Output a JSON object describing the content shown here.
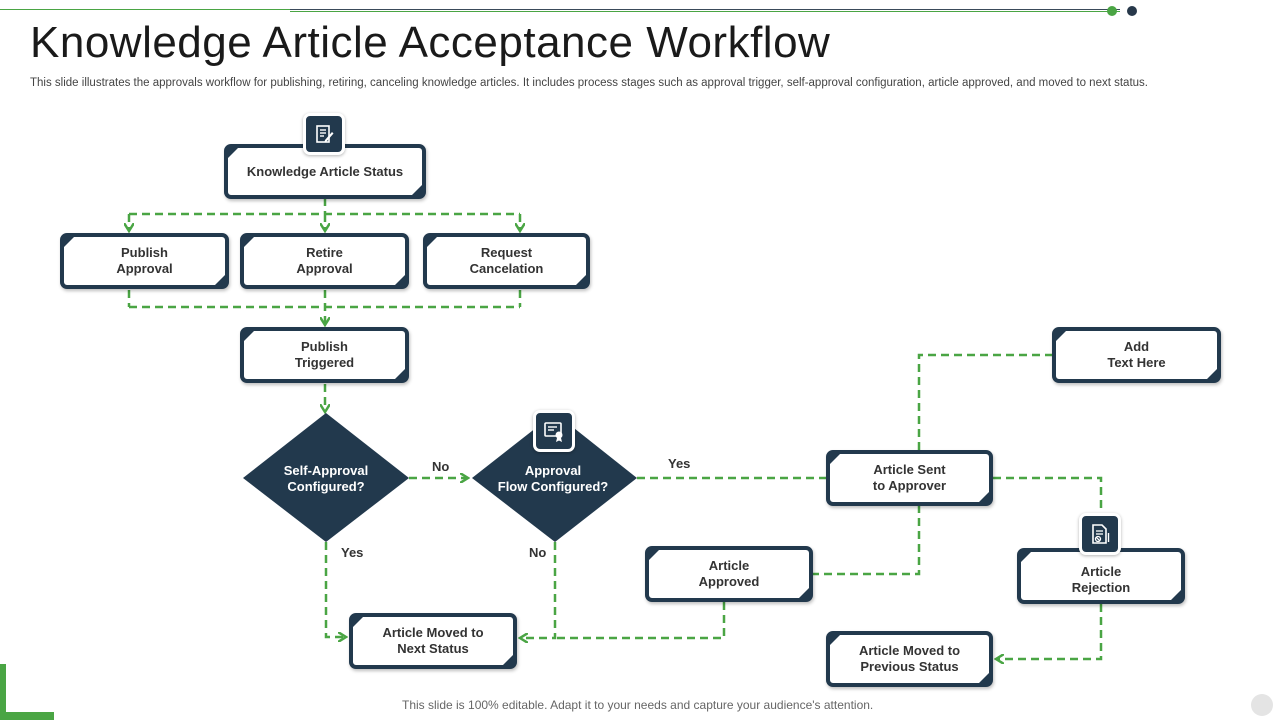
{
  "header": {
    "title": "Knowledge Article Acceptance Workflow",
    "subtitle": "This slide illustrates the approvals workflow for publishing, retiring, canceling knowledge articles. It includes process stages such as approval trigger, self-approval configuration,  article approved, and moved to  next status."
  },
  "nodes": {
    "status": "Knowledge Article Status",
    "publish_approval": "Publish\nApproval",
    "retire_approval": "Retire\nApproval",
    "request_cancelation": "Request\nCancelation",
    "publish_triggered": "Publish\nTriggered",
    "self_approval": "Self-Approval\nConfigured?",
    "approval_flow": "Approval\nFlow Configured?",
    "article_sent": "Article Sent\nto Approver",
    "add_text": "Add\nText Here",
    "article_approved": "Article\nApproved",
    "article_rejection": "Article\nRejection",
    "moved_next": "Article Moved to\nNext Status",
    "moved_previous": "Article Moved to\nPrevious Status"
  },
  "edge_labels": {
    "no_1": "No",
    "yes_1": "Yes",
    "yes_2": "Yes",
    "no_2": "No"
  },
  "icons": [
    "document-edit-icon",
    "certificate-icon",
    "document-reject-icon"
  ],
  "colors": {
    "navy": "#22394d",
    "green": "#4aa544"
  },
  "footer": "This slide is 100% editable. Adapt it to your needs and capture your audience's attention."
}
